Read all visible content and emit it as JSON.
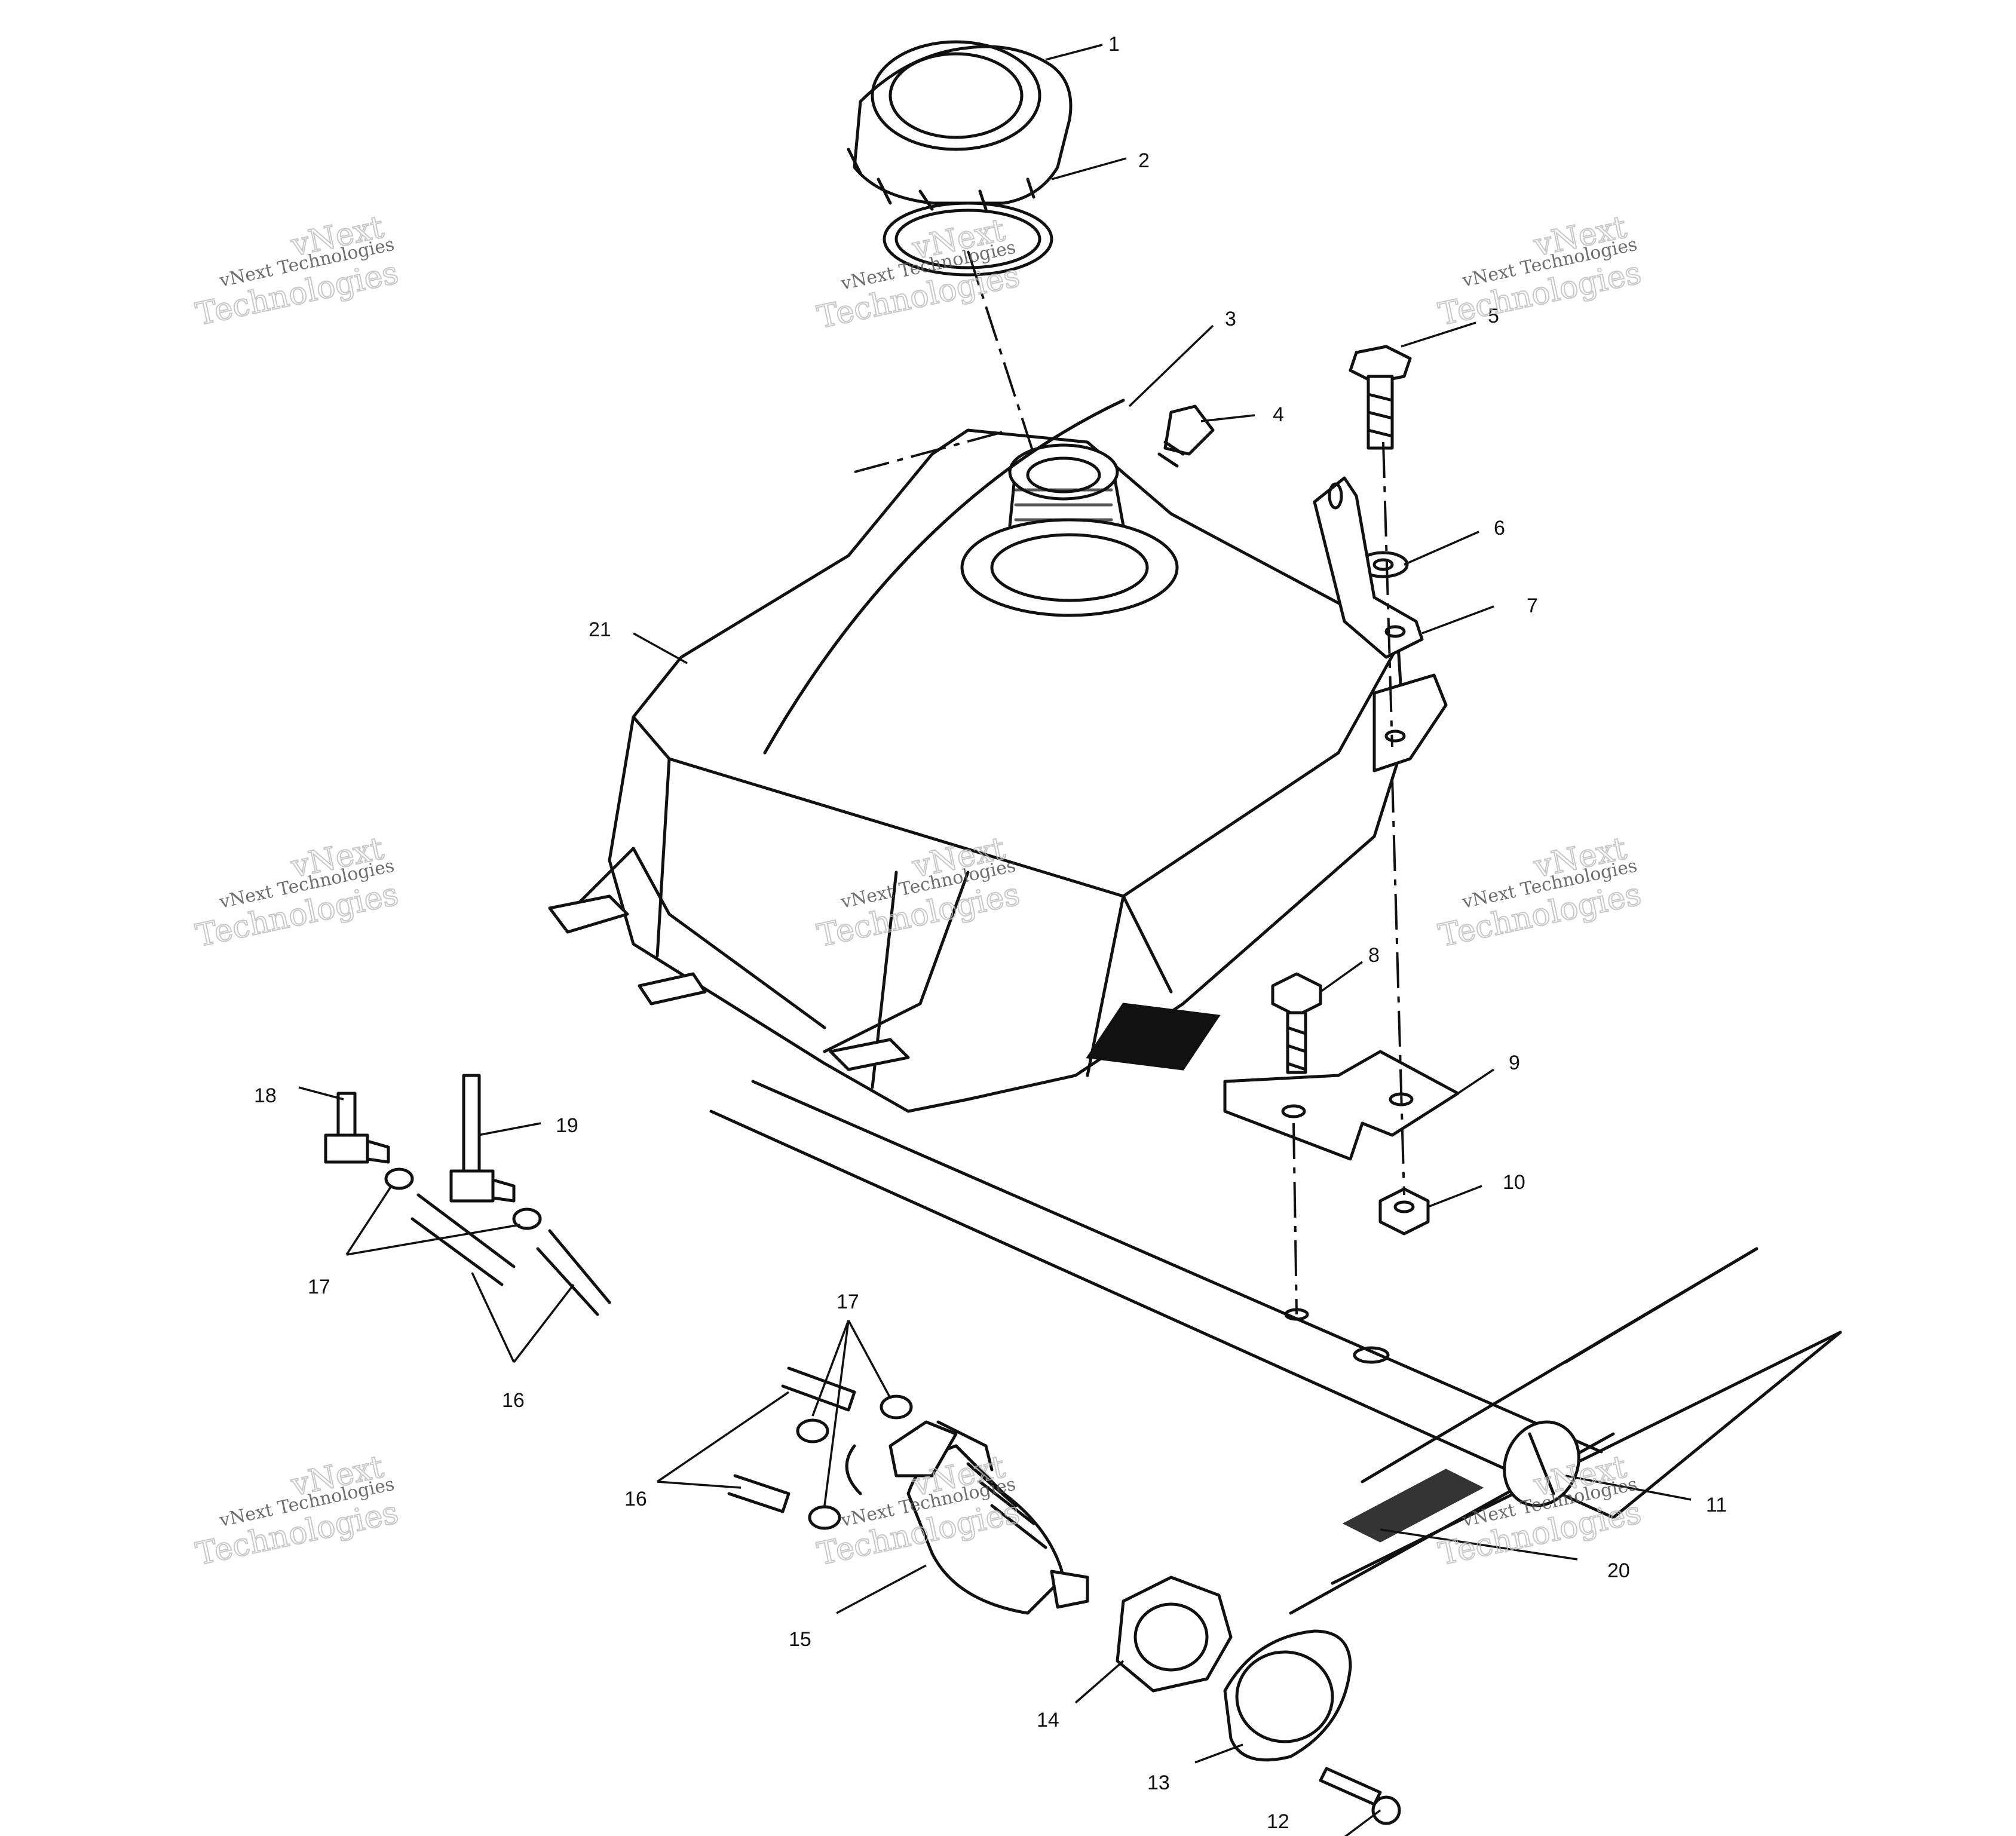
{
  "callouts": [
    {
      "id": "c1",
      "text": "1"
    },
    {
      "id": "c2",
      "text": "2"
    },
    {
      "id": "c3",
      "text": "3"
    },
    {
      "id": "c4",
      "text": "4"
    },
    {
      "id": "c5",
      "text": "5"
    },
    {
      "id": "c6",
      "text": "6"
    },
    {
      "id": "c7",
      "text": "7"
    },
    {
      "id": "c8",
      "text": "8"
    },
    {
      "id": "c9",
      "text": "9"
    },
    {
      "id": "c10",
      "text": "10"
    },
    {
      "id": "c11",
      "text": "11"
    },
    {
      "id": "c12",
      "text": "12"
    },
    {
      "id": "c13",
      "text": "13"
    },
    {
      "id": "c14",
      "text": "14"
    },
    {
      "id": "c15",
      "text": "15"
    },
    {
      "id": "c16a",
      "text": "16"
    },
    {
      "id": "c16b",
      "text": "16"
    },
    {
      "id": "c17a",
      "text": "17"
    },
    {
      "id": "c17b",
      "text": "17"
    },
    {
      "id": "c18",
      "text": "18"
    },
    {
      "id": "c19",
      "text": "19"
    },
    {
      "id": "c20",
      "text": "20"
    },
    {
      "id": "c21",
      "text": "21"
    }
  ],
  "watermark": {
    "line1": "vNext Technologies",
    "line2": "vNext",
    "line3": "Technologies"
  }
}
